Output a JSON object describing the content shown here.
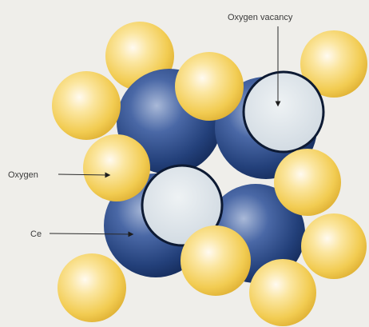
{
  "labels": {
    "oxygen_vacancy": "Oxygen vacancy",
    "oxygen": "Oxygen",
    "ce": "Ce"
  },
  "legend_mapping": {
    "oxygen_atom_color": "#f2cc52",
    "cerium_atom_color": "#23407a",
    "vacancy_color": "#dde4ea"
  },
  "colors": {
    "background": "#efeeea",
    "text": "#3a3a3a",
    "arrow": "#2a2a2a"
  }
}
